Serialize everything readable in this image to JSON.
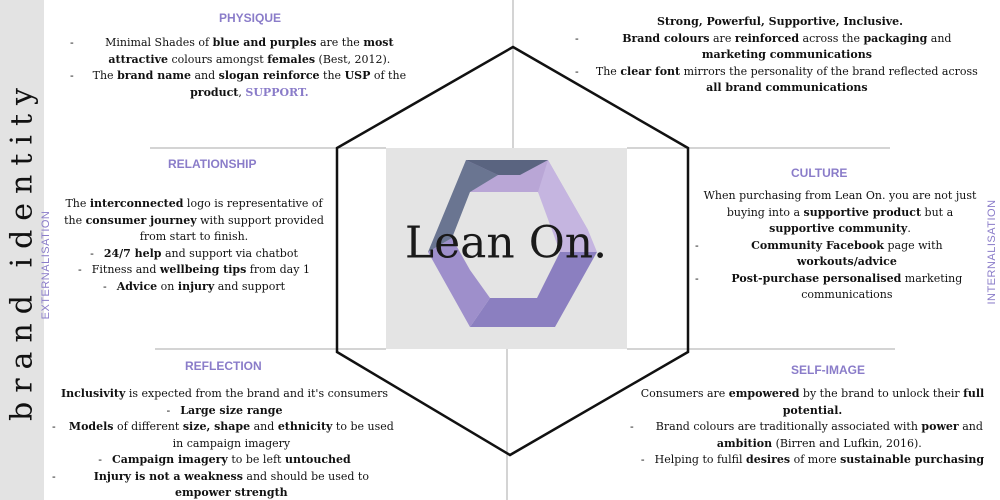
{
  "side_title": "brand identity",
  "left_vertical_label": "EXTERNALISATION",
  "right_vertical_label": "INTERNALISATION",
  "logo": {
    "text": "Lean On.",
    "colors": {
      "slate": "#6a7591",
      "lavender": "#b9a6d6",
      "purple": "#8b7fc0",
      "dark_slate": "#5a6480"
    }
  },
  "accent_color": "#8a7cc9",
  "physique": {
    "heading": "PHYSIQUE",
    "item1": [
      "Minimal Shades of ",
      "blue and purples",
      " are the ",
      "most attractive",
      " colours amongst ",
      "females",
      " (Best, 2012)."
    ],
    "item2": [
      "The ",
      "brand name",
      " and ",
      "slogan reinforce",
      " the ",
      "USP",
      " of the ",
      "product",
      ", ",
      "SUPPORT."
    ]
  },
  "personality": {
    "line1": "Strong, Powerful, Supportive, Inclusive.",
    "item1": [
      "Brand colours",
      " are ",
      "reinforced",
      " across the ",
      "packaging",
      " and ",
      "marketing communications"
    ],
    "item2": [
      "The ",
      "clear font",
      " mirrors the personality of the brand reflected across ",
      "all brand communications"
    ]
  },
  "relationship": {
    "heading": "RELATIONSHIP",
    "intro": [
      "The ",
      "interconnected",
      " logo is representative of the ",
      "consumer journey",
      " with support provided from start to finish."
    ],
    "item1": [
      "24/7 help",
      " and support via chatbot"
    ],
    "item2": [
      "Fitness and ",
      "wellbeing tips",
      " from day 1"
    ],
    "item3": [
      "Advice",
      " on ",
      "injury",
      " and support"
    ]
  },
  "culture": {
    "heading": "CULTURE",
    "intro": [
      "When purchasing from Lean On. you are not just buying into a ",
      "supportive product",
      " but a ",
      "supportive community",
      "."
    ],
    "item1": [
      "Community Facebook",
      " page with ",
      "workouts/advice"
    ],
    "item2": [
      "Post-purchase personalised",
      " marketing communications"
    ]
  },
  "reflection": {
    "heading": "REFLECTION",
    "intro": [
      "Inclusivity",
      " is expected from the brand and it's consumers"
    ],
    "item1": [
      "Large size range"
    ],
    "item2": [
      "Models",
      " of different ",
      "size, shape",
      " and ",
      "ethnicity",
      " to be used in campaign imagery"
    ],
    "item3": [
      "Campaign imagery",
      " to be left ",
      "untouched"
    ],
    "item4": [
      "Injury is not a weakness",
      " and should be used to ",
      "empower strength"
    ]
  },
  "self_image": {
    "heading": "SELF-IMAGE",
    "intro": [
      "Consumers are ",
      "empowered",
      " by the brand to unlock their ",
      "full potential."
    ],
    "item1": [
      "Brand colours are traditionally associated with ",
      "power",
      " and ",
      "ambition",
      " (Birren and Lufkin, 2016)."
    ],
    "item2": [
      "Helping to fulfil ",
      "desires",
      " of more ",
      "sustainable purchasing"
    ]
  }
}
